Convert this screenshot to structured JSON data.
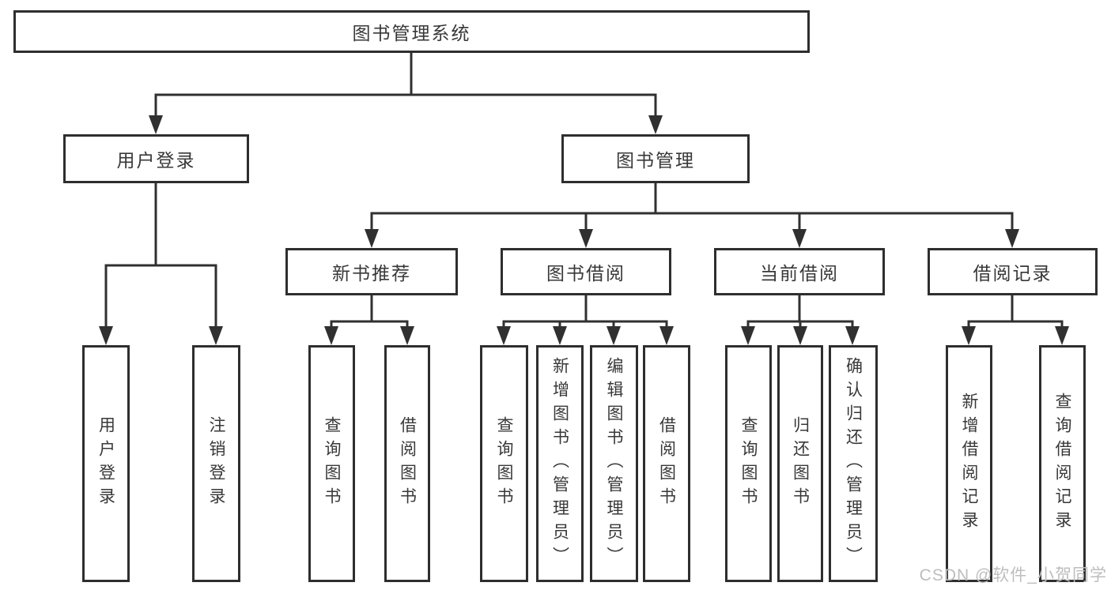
{
  "diagram": {
    "root": "图书管理系统",
    "login": {
      "label": "用户登录",
      "leaves": [
        "用户登录",
        "注销登录"
      ]
    },
    "manage": {
      "label": "图书管理",
      "groups": [
        {
          "label": "新书推荐",
          "leaves": [
            "查询图书",
            "借阅图书"
          ]
        },
        {
          "label": "图书借阅",
          "leaves": [
            "查询图书",
            "新增图书（管理员）",
            "编辑图书（管理员）",
            "借阅图书"
          ]
        },
        {
          "label": "当前借阅",
          "leaves": [
            "查询图书",
            "归还图书",
            "确认归还（管理员）"
          ]
        },
        {
          "label": "借阅记录",
          "leaves": [
            "新增借阅记录",
            "查询借阅记录"
          ]
        }
      ]
    }
  },
  "watermark": "CSDN @软件_小贺同学",
  "colors": {
    "line": "#303030",
    "box_border": "#2e2e2e",
    "text": "#383838",
    "watermark": "#bdbdbd",
    "background": "#ffffff"
  }
}
